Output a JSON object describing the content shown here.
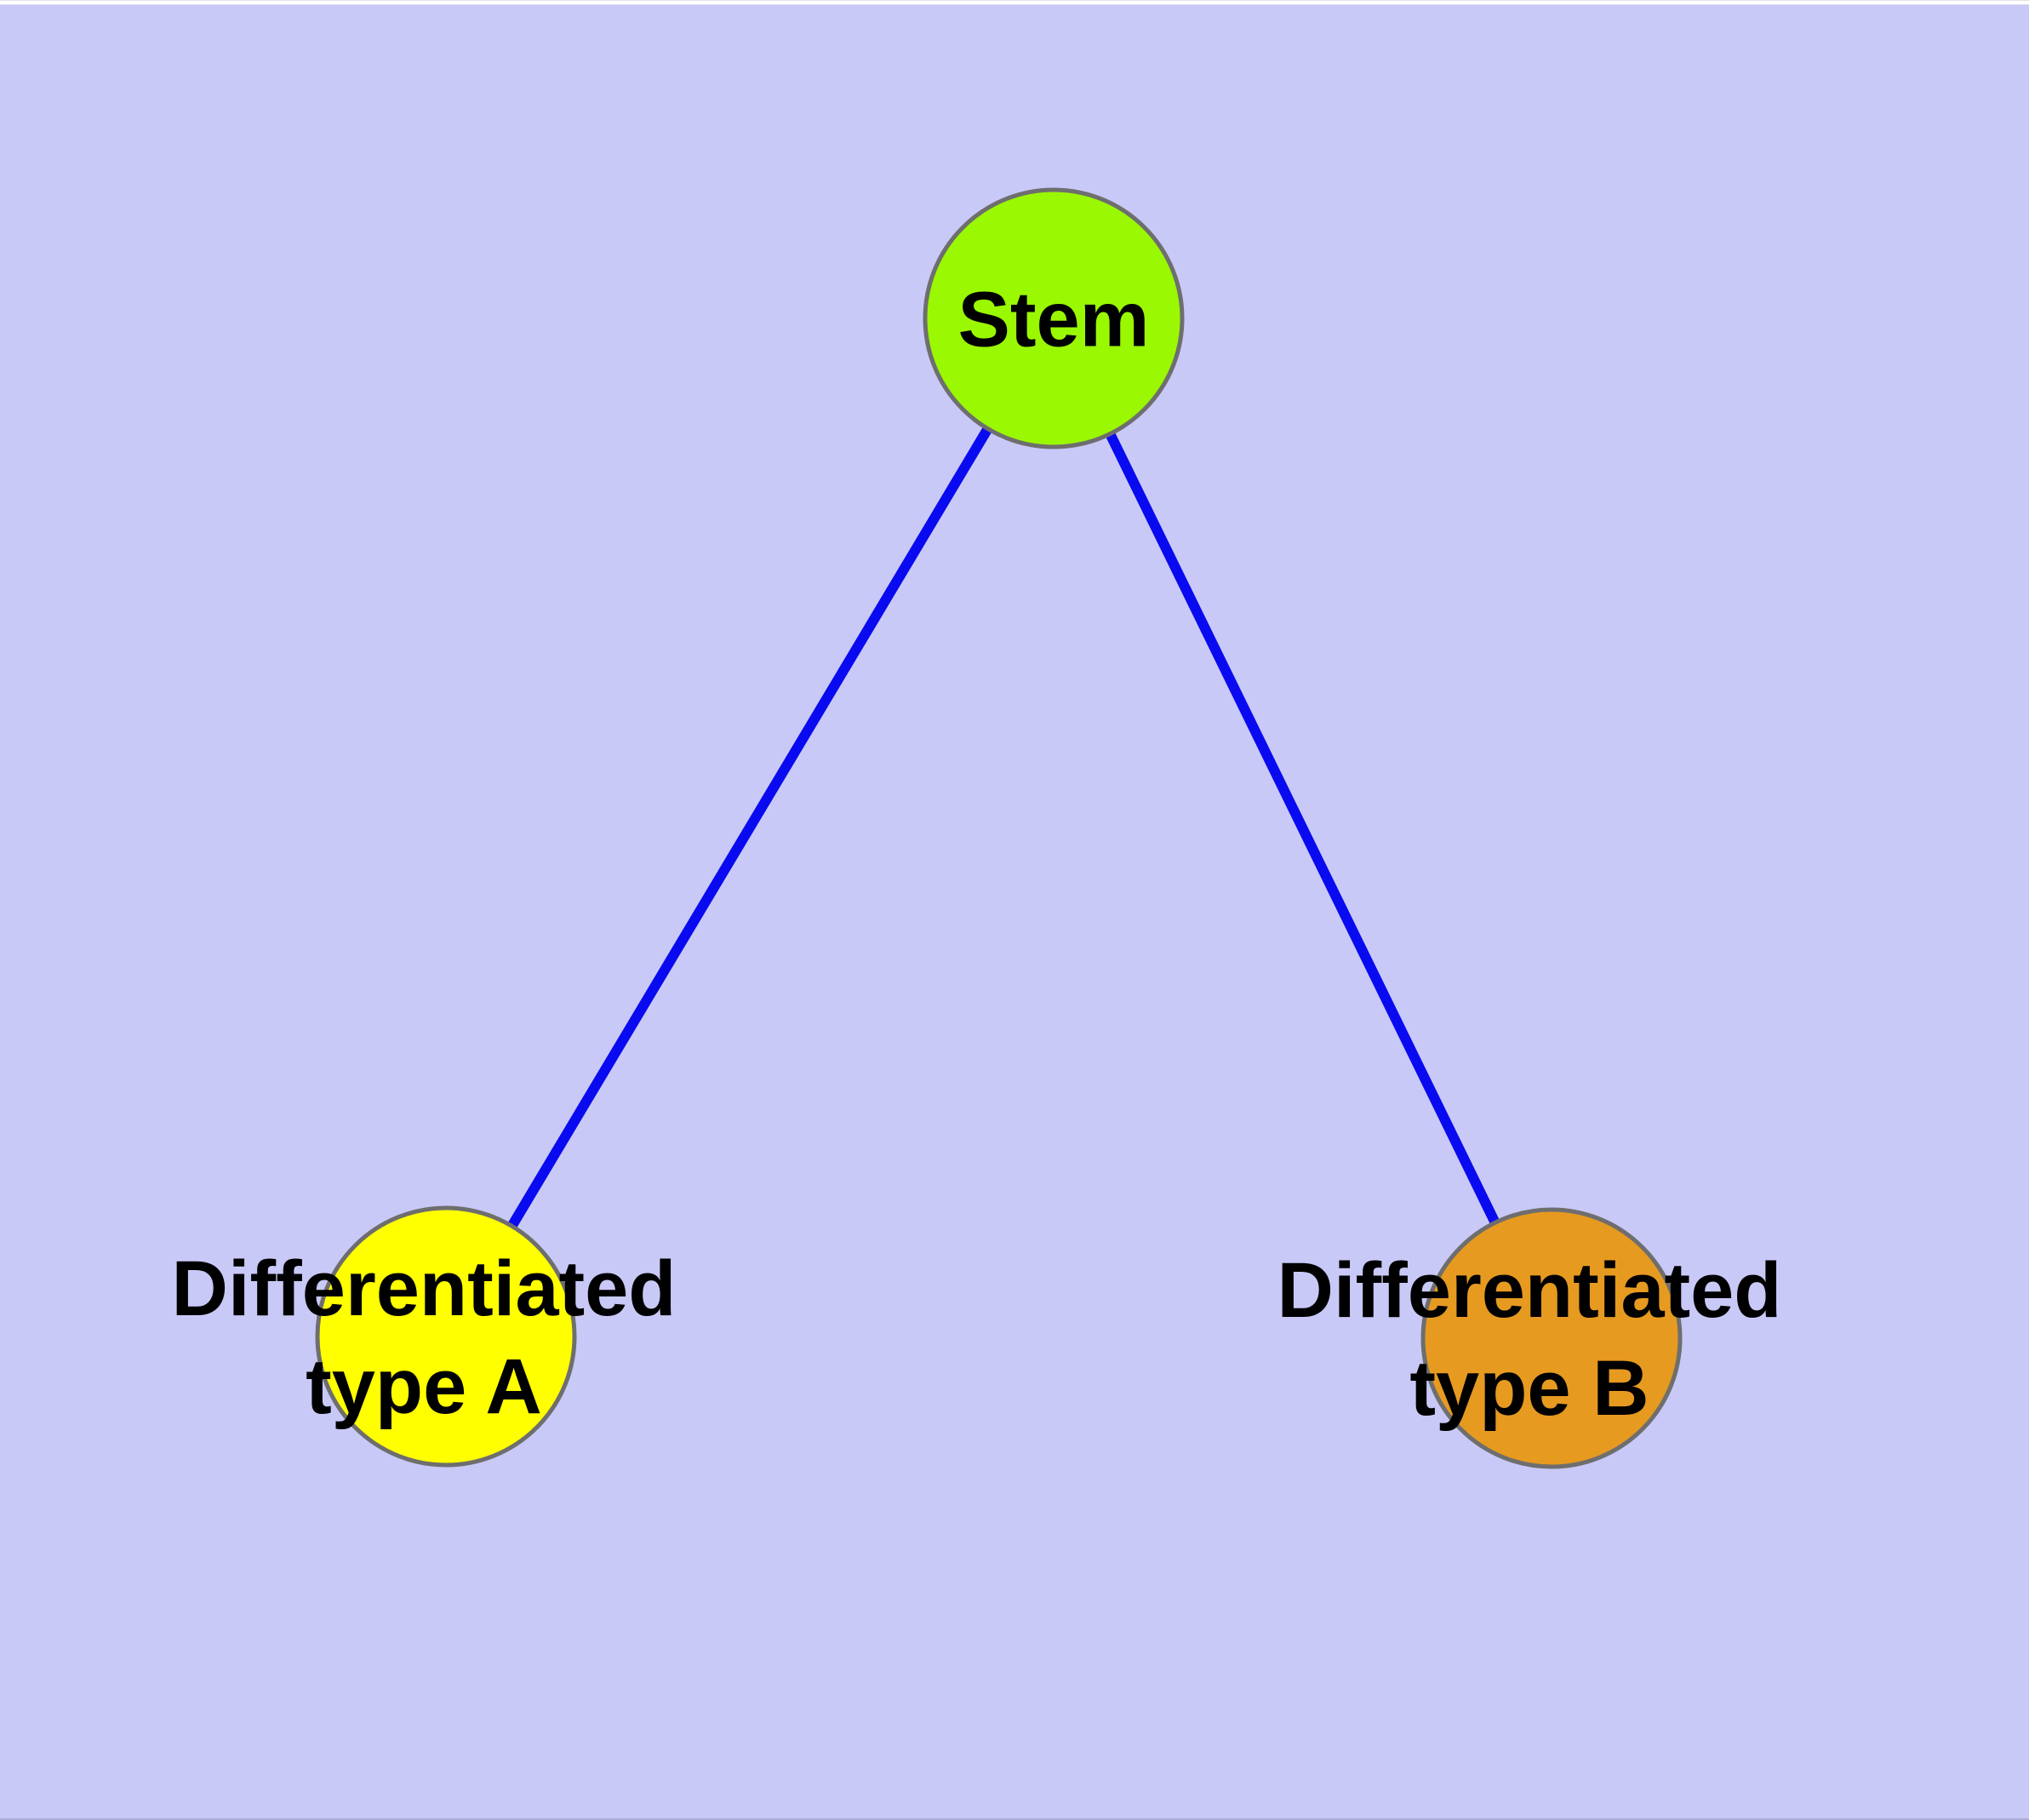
{
  "diagram": {
    "background_color": "#c9c9f8",
    "edge_color": "#0a0af0",
    "node_border_color": "#6e6e6e",
    "text_color": "#000000",
    "nodes": [
      {
        "id": "stem",
        "label": "Stem",
        "fill_color": "#9af802"
      },
      {
        "id": "type-a",
        "label": "Differentiated\ntype A",
        "fill_color": "#ffff00"
      },
      {
        "id": "type-b",
        "label": "Differentiated\ntype B",
        "fill_color": "#e69a20"
      }
    ],
    "edges": [
      {
        "from": "stem",
        "to": "type-a"
      },
      {
        "from": "stem",
        "to": "type-b"
      }
    ]
  }
}
